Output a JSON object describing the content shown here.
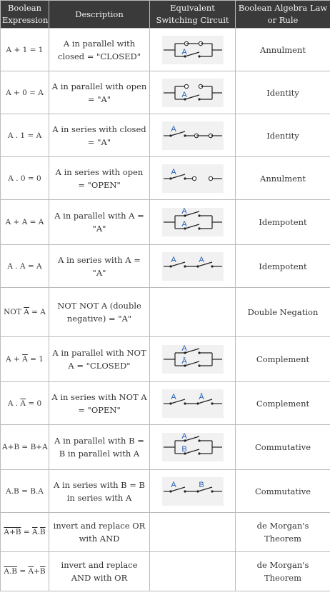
{
  "headers": {
    "expression": "Boolean Expression",
    "description": "Description",
    "circuit": "Equivalent Switching Circuit",
    "law": "Boolean Algebra Law or Rule"
  },
  "rows": [
    {
      "expr": "A + 1 = 1",
      "desc": "A in parallel with closed = \"CLOSED\"",
      "law": "Annulment",
      "circuit": "parallel-A-closed"
    },
    {
      "expr": "A + 0 = A",
      "desc": "A in parallel with open = \"A\"",
      "law": "Identity",
      "circuit": "parallel-A-open"
    },
    {
      "expr": "A . 1 = A",
      "desc": "A in series with closed = \"A\"",
      "law": "Identity",
      "circuit": "series-A-closed"
    },
    {
      "expr": "A . 0 = 0",
      "desc": "A in series with open = \"OPEN\"",
      "law": "Annulment",
      "circuit": "series-A-open"
    },
    {
      "expr": "A + A = A",
      "desc": "A in parallel with A = \"A\"",
      "law": "Idempotent",
      "circuit": "parallel-A-A"
    },
    {
      "expr": "A . A = A",
      "desc": "A in series with A = \"A\"",
      "law": "Idempotent",
      "circuit": "series-A-A"
    },
    {
      "expr_pre": "NOT ",
      "expr_ov": "A",
      "expr_post": " = A",
      "desc": "NOT NOT A (double negative) = \"A\"",
      "law": "Double Negation",
      "circuit": "none"
    },
    {
      "expr_pre": "A + ",
      "expr_ov": "A",
      "expr_post": " = 1",
      "desc": "A in parallel with NOT A = \"CLOSED\"",
      "law": "Complement",
      "circuit": "parallel-A-notA"
    },
    {
      "expr_pre": "A . ",
      "expr_ov": "A",
      "expr_post": " = 0",
      "desc": "A in series with NOT A = \"OPEN\"",
      "law": "Complement",
      "circuit": "series-A-notA"
    },
    {
      "expr": "A+B = B+A",
      "desc": "A in parallel with B = B in parallel with A",
      "law": "Commutative",
      "circuit": "parallel-A-B"
    },
    {
      "expr": "A.B = B.A",
      "desc": "A in series with B = B in series with A",
      "law": "Commutative",
      "circuit": "series-A-B"
    },
    {
      "expr_ov": "A+B",
      "expr_mid": " = ",
      "expr_ov1": "A",
      "expr_dot": ".",
      "expr_ov2": "B",
      "desc": "invert and replace OR with AND",
      "law": "de Morgan's Theorem",
      "circuit": "none"
    },
    {
      "expr_ov": "A.B",
      "expr_mid": " = ",
      "expr_ov1": "A",
      "expr_dot": "+",
      "expr_ov2": "B",
      "desc": "invert and replace AND with OR",
      "law": "de Morgan's Theorem",
      "circuit": "none"
    }
  ],
  "switch_labels": {
    "a": "A",
    "b": "B",
    "not_a": "Ā"
  },
  "colors": {
    "header_bg": "#3a3a3a",
    "diagram_bg": "#f1f1f1",
    "label_blue": "#2a62b5"
  }
}
